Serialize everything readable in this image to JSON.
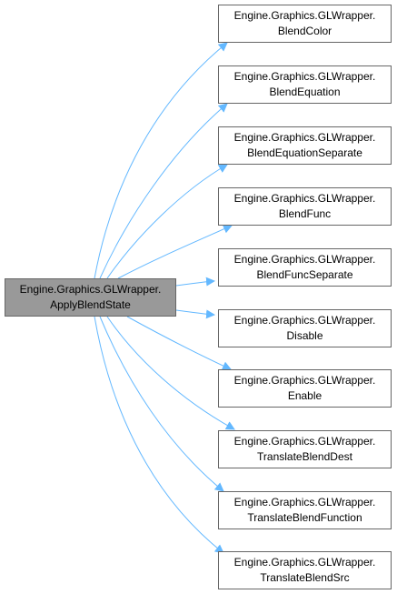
{
  "source": {
    "line1": "Engine.Graphics.GLWrapper.",
    "line2": "ApplyBlendState"
  },
  "callees": [
    {
      "line1": "Engine.Graphics.GLWrapper.",
      "line2": "BlendColor"
    },
    {
      "line1": "Engine.Graphics.GLWrapper.",
      "line2": "BlendEquation"
    },
    {
      "line1": "Engine.Graphics.GLWrapper.",
      "line2": "BlendEquationSeparate"
    },
    {
      "line1": "Engine.Graphics.GLWrapper.",
      "line2": "BlendFunc"
    },
    {
      "line1": "Engine.Graphics.GLWrapper.",
      "line2": "BlendFuncSeparate"
    },
    {
      "line1": "Engine.Graphics.GLWrapper.",
      "line2": "Disable"
    },
    {
      "line1": "Engine.Graphics.GLWrapper.",
      "line2": "Enable"
    },
    {
      "line1": "Engine.Graphics.GLWrapper.",
      "line2": "TranslateBlendDest"
    },
    {
      "line1": "Engine.Graphics.GLWrapper.",
      "line2": "TranslateBlendFunction"
    },
    {
      "line1": "Engine.Graphics.GLWrapper.",
      "line2": "TranslateBlendSrc"
    }
  ],
  "colors": {
    "edge": "#63b8ff",
    "source_fill": "#999999",
    "node_border": "#666666"
  }
}
